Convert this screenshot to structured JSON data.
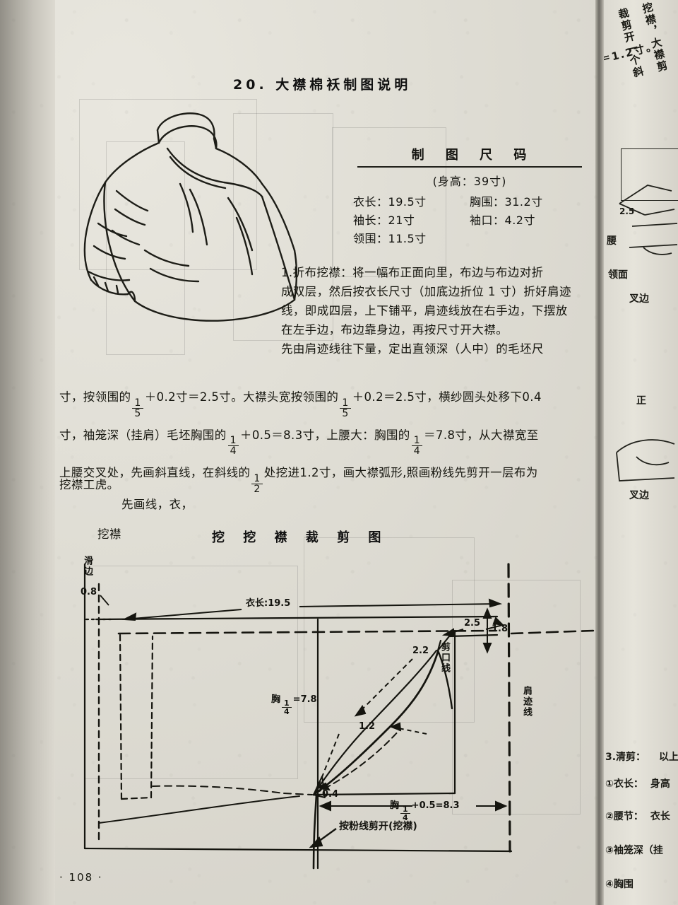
{
  "document": {
    "page_number": "· 108 ·",
    "section_title": "20. 大襟棉袄制图说明"
  },
  "spec": {
    "title": "制 图 尺 码",
    "subtitle": "(身高：39寸)",
    "rows": [
      {
        "left_label": "衣长：",
        "left_value": "19.5寸",
        "right_label": "胸围：",
        "right_value": "31.2寸"
      },
      {
        "left_label": "袖长：",
        "left_value": "21寸",
        "right_label": "袖口：",
        "right_value": "4.2寸"
      },
      {
        "left_label": "领围：",
        "left_value": "11.5寸",
        "right_label": "",
        "right_value": ""
      }
    ]
  },
  "body": {
    "step1_lines": [
      "1.折布挖襟：将一幅布正面向里，布边与布边对折",
      "成双层，然后按衣长尺寸（加底边折位 1 寸）折好肩迹",
      "线，即成四层，上下铺平，肩迹线放在右手边，下摆放",
      "在左手边，布边靠身边，再按尺寸开大襟。"
    ],
    "step2_lead": "先由肩迹线往下量，定出直领深（人中）的毛坯尺",
    "flow": {
      "line1_a": "寸，按领围的",
      "line1_frac": {
        "n": "1",
        "d": "5"
      },
      "line1_b": "＋0.2寸＝2.5寸。大襟头宽按领围的",
      "line1_frac2": {
        "n": "1",
        "d": "5"
      },
      "line1_c": "＋0.2＝2.5寸，横纱圆头处移下0.4",
      "line2_a": "寸，袖笼深（挂肩）毛坯胸围的",
      "line2_frac": {
        "n": "1",
        "d": "4"
      },
      "line2_b": "＋0.5＝8.3寸，上腰大：胸围的",
      "line2_frac2": {
        "n": "1",
        "d": "4"
      },
      "line2_c": "＝7.8寸，从大襟宽至",
      "line3_a": "上腰交叉处，先画斜直线，在斜线的",
      "line3_frac": {
        "n": "1",
        "d": "2"
      },
      "line3_b": "处挖进1.2寸，画大襟弧形,照画粉线先剪开一层布为",
      "line4": "挖襟工虎。",
      "line5": "先画线，衣，",
      "line6": "挖襟"
    }
  },
  "figure": {
    "title": "挖  挖  襟  裁  剪  图",
    "labels": {
      "hem_fold": "滑边",
      "hem_fold_value": "0.8",
      "garment_length": "衣长:19.5",
      "neck_width": "2.5",
      "shoulder_drop": "1.8",
      "front_rise": "2.2",
      "round_shift": "0.4",
      "curve_inset": "1.2",
      "chest_quarter_label": "胸",
      "chest_quarter_frac": {
        "n": "1",
        "d": "4"
      },
      "chest_quarter_value": "=7.8",
      "armhole_label": "胸",
      "armhole_frac": {
        "n": "1",
        "d": "4"
      },
      "armhole_value": "+0.5=8.3",
      "cut_line": "剪口线",
      "shoulder_line": "肩迹线",
      "cut_note": "按粉线剪开(挖襟)"
    }
  },
  "right_page": {
    "top_lines": [
      "挖襟，大襟剪",
      "裁剪开一个斜",
      "＝1.2寸。"
    ],
    "mid_labels": [
      "领面",
      "叉边",
      "正",
      "叉边",
      "腰"
    ],
    "mid_value": "2.5",
    "bottom_heading": "3.清剪：",
    "bottom_lead": "以上",
    "bottom_items": [
      {
        "num": "①",
        "label": "衣长：",
        "value": "身高"
      },
      {
        "num": "②",
        "label": "腰节：",
        "value": "衣长"
      },
      {
        "num": "③",
        "label": "袖笼深（挂",
        "value": ""
      },
      {
        "num": "④",
        "label": "胸围",
        "value": ""
      }
    ]
  },
  "colors": {
    "ink": "#16160f",
    "paper": "#dedcd3",
    "gutter": "#8d8a82"
  }
}
